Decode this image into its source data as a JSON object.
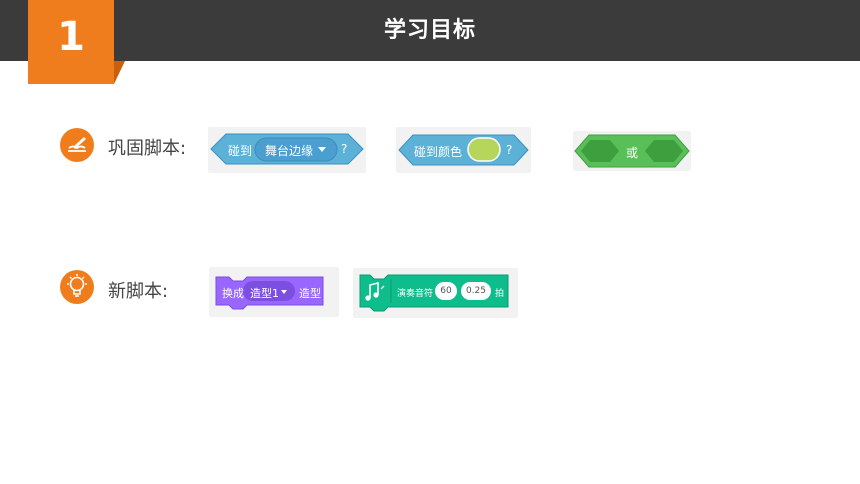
{
  "header": {
    "section_number": "1",
    "title": "学习目标"
  },
  "colors": {
    "accent": "#f07d1d",
    "header_bg": "#3b3b3b",
    "sensing_block": "#5cb1d6",
    "operator_block": "#59c059",
    "looks_block": "#9966ff",
    "music_block": "#0fbd8c"
  },
  "row_review": {
    "icon": "writing-icon",
    "label": "巩固脚本:",
    "blocks": {
      "touching_edge": {
        "prefix": "碰到",
        "dropdown": "舞台边缘",
        "suffix": "?"
      },
      "touching_color": {
        "prefix": "碰到颜色",
        "suffix": "?",
        "swatch_color": "#b5d65a"
      },
      "or_block": {
        "label": "或"
      }
    }
  },
  "row_new": {
    "icon": "lightbulb-icon",
    "label": "新脚本:",
    "blocks": {
      "switch_costume": {
        "prefix": "换成",
        "dropdown": "造型1",
        "suffix": "造型"
      },
      "play_note": {
        "icon": "music-note-icon",
        "prefix": "演奏音符",
        "note": "60",
        "beats": "0.25",
        "suffix": "拍"
      }
    }
  }
}
